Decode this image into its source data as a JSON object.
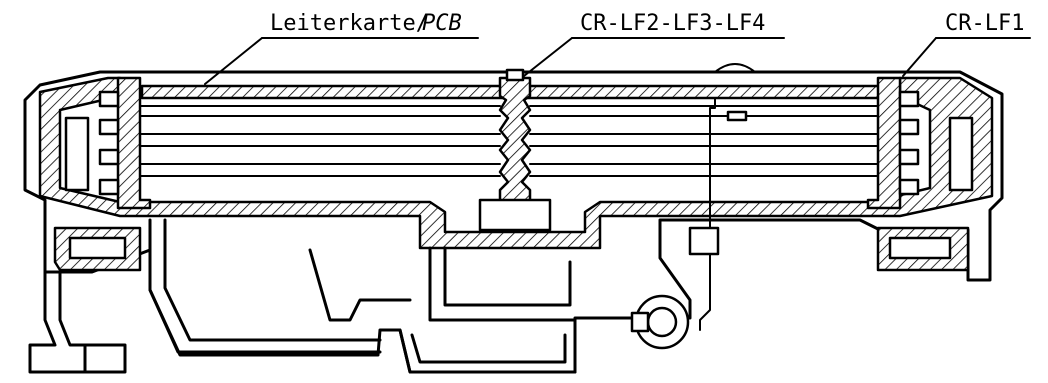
{
  "labels": {
    "pcb_de": "Leiterkarte/",
    "pcb_en": "PCB",
    "center_cr": "CR-LF2-LF3-LF4",
    "right_cr": "CR-LF1"
  },
  "colors": {
    "ink": "#000000",
    "paper": "#ffffff"
  }
}
